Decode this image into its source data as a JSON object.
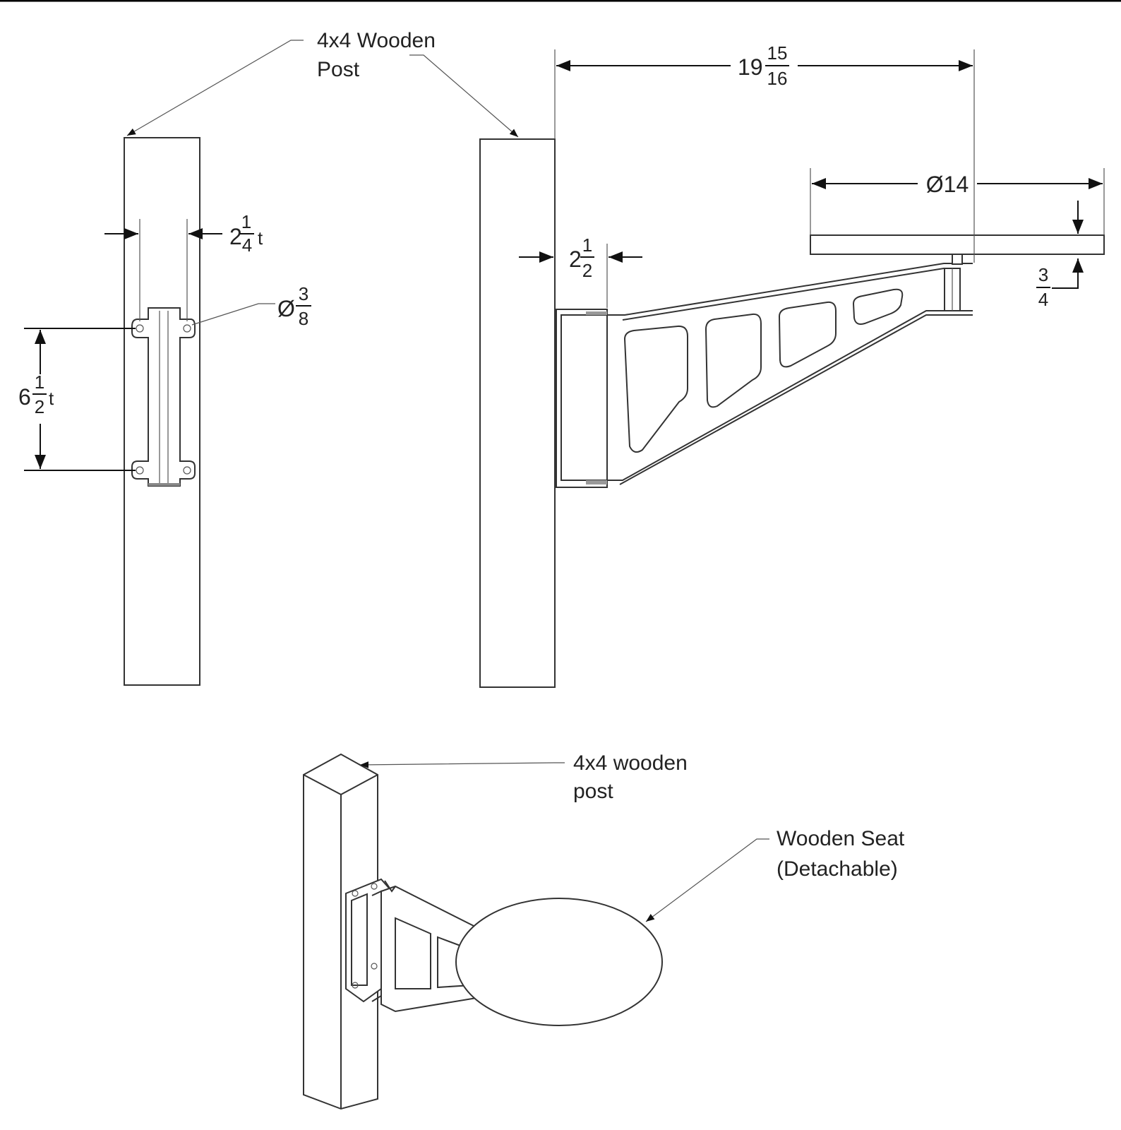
{
  "labels": {
    "post_front": [
      "4x4 Wooden",
      "Post"
    ],
    "post_iso": [
      "4x4 wooden",
      "post"
    ],
    "seat_iso": [
      "Wooden Seat",
      "(Detachable)"
    ]
  },
  "dimensions": {
    "plate_width": {
      "whole": "2",
      "num": "1",
      "den": "4",
      "suffix": "t"
    },
    "bolt_hole": {
      "prefix": "Ø",
      "num": "3",
      "den": "8"
    },
    "bolt_spacing": {
      "whole": "6",
      "num": "1",
      "den": "2",
      "suffix": "t"
    },
    "arm_length": {
      "whole": "19",
      "num": "15",
      "den": "16"
    },
    "seat_diameter": "Ø14",
    "bracket_depth": {
      "whole": "2",
      "num": "1",
      "den": "2"
    },
    "seat_thickness": {
      "num": "3",
      "den": "4"
    }
  }
}
